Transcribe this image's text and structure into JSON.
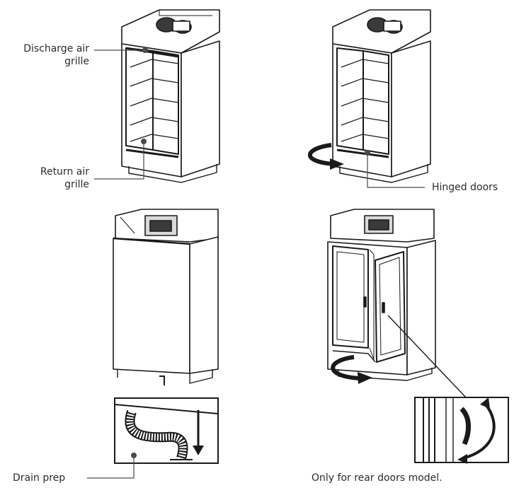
{
  "labels": {
    "discharge_line1": "Discharge air",
    "discharge_line2": "grille",
    "return_line1": "Return air",
    "return_line2": "grille",
    "hinged_doors": "Hinged doors",
    "drain_prep": "Drain prep",
    "rear_doors_note": "Only for rear doors model."
  },
  "colors": {
    "line": "#1a1a1a",
    "text": "#2b2b2b",
    "shade": "#d9d9d9",
    "dark": "#3a3a3a"
  }
}
